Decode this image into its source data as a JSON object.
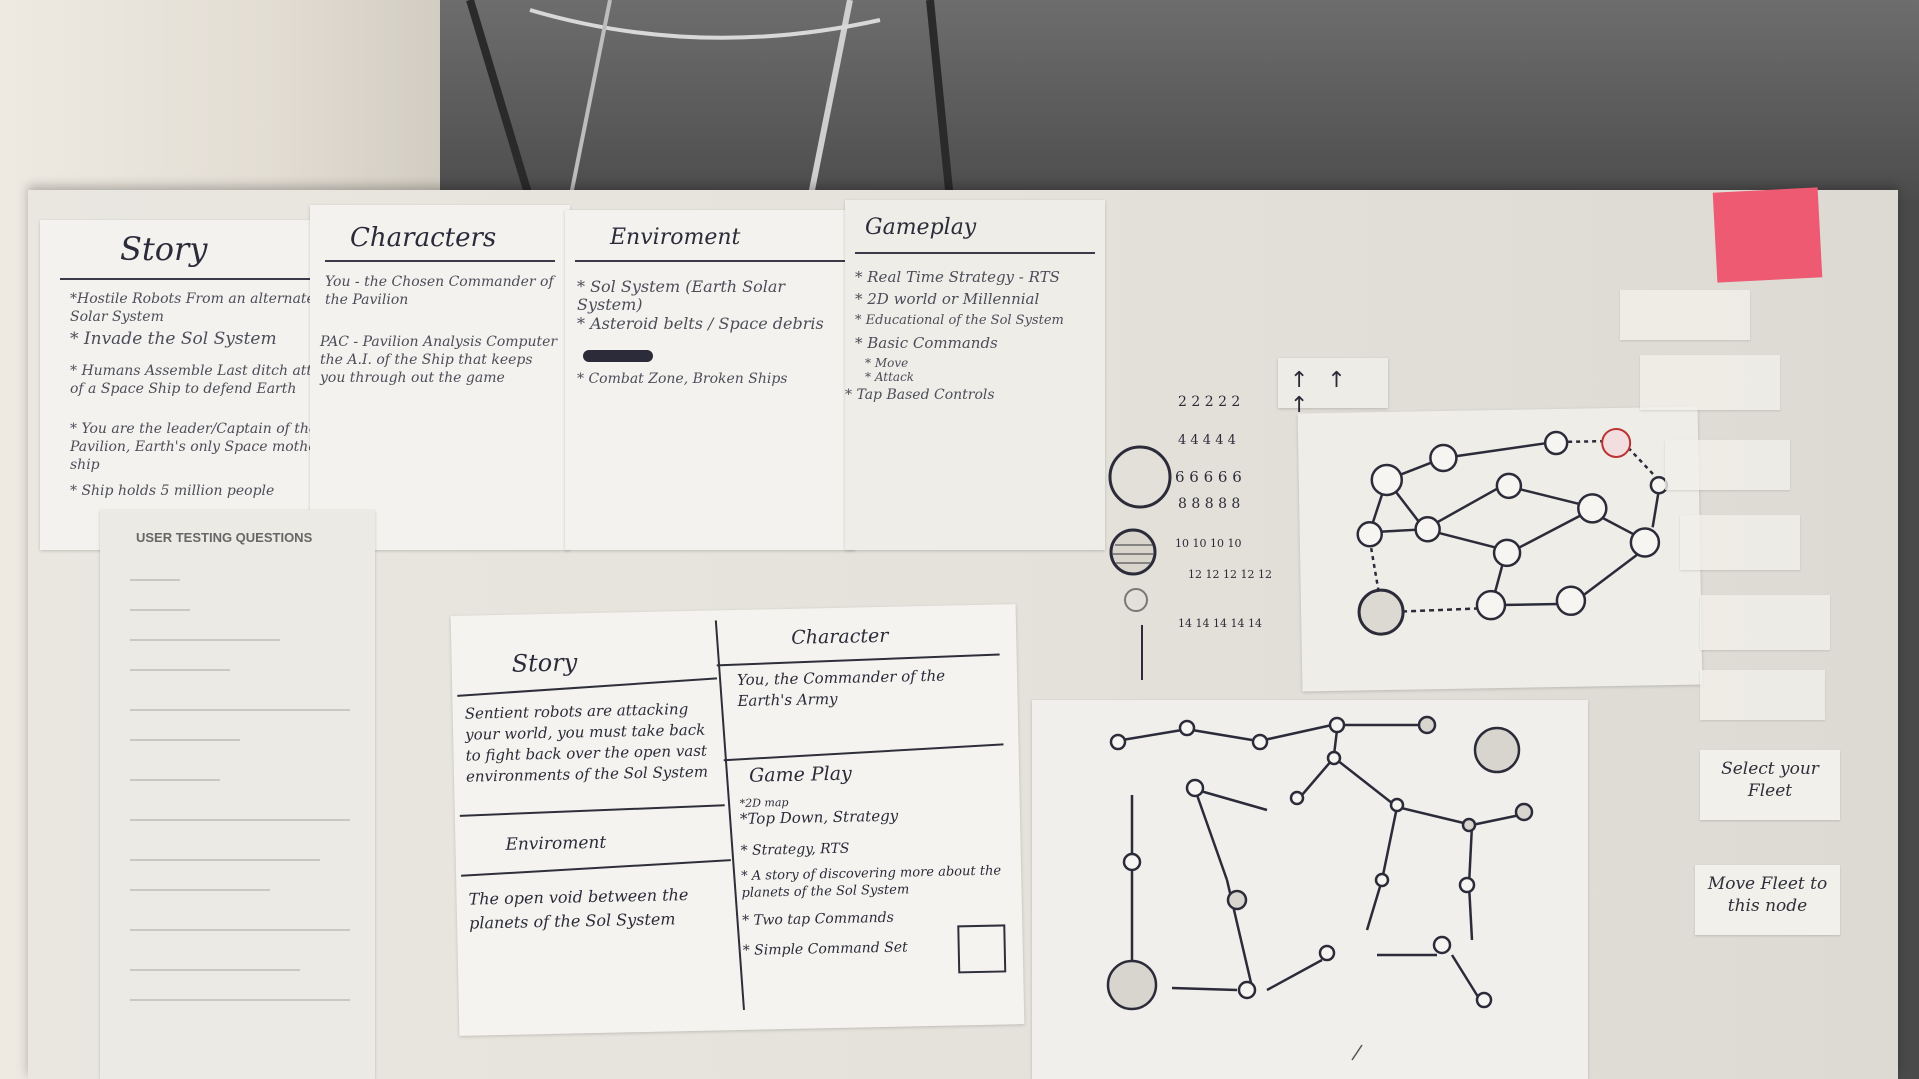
{
  "colors": {
    "board": "#e6e4dc",
    "paper": "#f3f2ee",
    "ink": "#2b2b3a",
    "pink_note": "#ee5a72"
  },
  "top_sheets": {
    "story": {
      "heading": "Story",
      "lines": [
        "*Hostile Robots From an alternate Solar System",
        "* Invade the Sol System",
        "* Humans Assemble Last ditch attempt of a Space Ship to defend Earth",
        "* You are the leader/Captain of the Pavilion, Earth's only Space mother ship",
        "* Ship holds 5 million people"
      ]
    },
    "characters": {
      "heading": "Characters",
      "lines": [
        "You - the Chosen Commander of the Pavilion",
        "PAC - Pavilion Analysis Computer the A.I. of the Ship that keeps you through out the game"
      ]
    },
    "environment": {
      "heading": "Enviroment",
      "lines": [
        "* Sol System (Earth Solar System)",
        "* Asteroid belts / Space debris",
        "* Combat Zone, Broken Ships"
      ]
    },
    "gameplay": {
      "heading": "Gameplay",
      "lines": [
        "* Real Time Strategy - RTS",
        "* 2D world or Millennial",
        "* Educational of the Sol System",
        "* Basic Commands",
        "  * Move",
        "  * Attack",
        "* Tap Based Controls"
      ]
    }
  },
  "testing_sheet": {
    "title": "USER TESTING QUESTIONS"
  },
  "bottom_sheet": {
    "story_heading": "Story",
    "story_text": "Sentient robots are attacking your world, you must take back to fight back over the open vast environments of the Sol System",
    "character_heading": "Character",
    "character_text": "You, the Commander of the Earth's Army",
    "environment_heading": "Enviroment",
    "environment_text": "The open void between the planets of the Sol System",
    "gameplay_heading": "Game Play",
    "gameplay_lines": [
      "*2D map",
      "*Top Down, Strategy",
      "* Strategy, RTS",
      "* A story of discovering more about the planets of the Sol System",
      "* Two tap Commands",
      "* Simple Command Set"
    ]
  },
  "sketch_legend": {
    "arrows": "↑ ↑ ↑",
    "rows": [
      "2 2 2 2 2",
      "4 4 4 4 4",
      "6 6 6 6 6",
      "8 8 8 8 8",
      "10 10 10 10",
      "12 12 12 12 12",
      "14 14 14 14 14"
    ]
  },
  "sticky_notes": {
    "select_fleet": "Select your Fleet",
    "move_fleet": "Move Fleet to this node"
  }
}
